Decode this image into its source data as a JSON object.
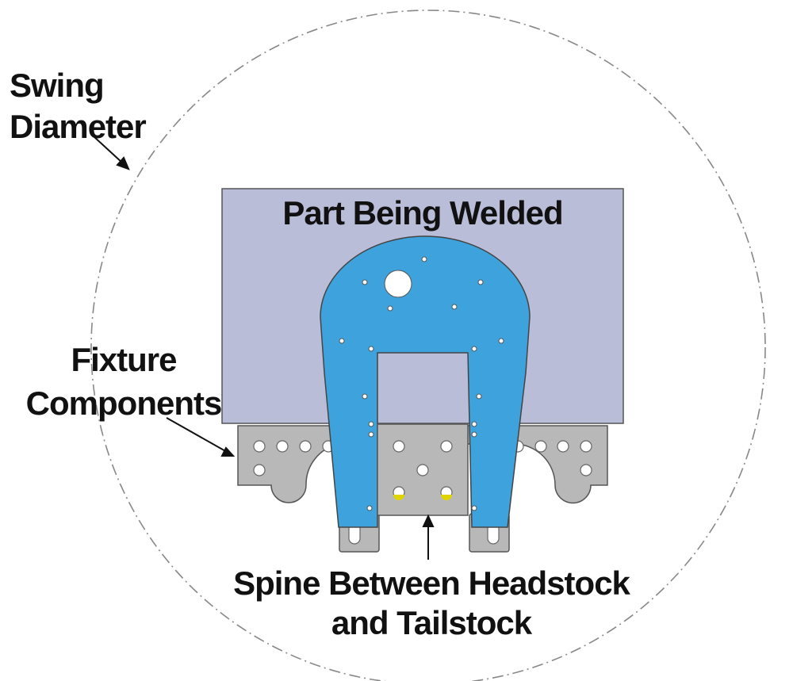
{
  "labels": {
    "swing_line1": "Swing",
    "swing_line2": "Diameter",
    "part": "Part Being Welded",
    "fixture_line1": "Fixture",
    "fixture_line2": "Components",
    "spine_line1": "Spine Between Headstock",
    "spine_line2": "and Tailstock"
  },
  "colors": {
    "part_fill": "#b9bdd8",
    "fixture_blue": "#3ea3dc",
    "steel_gray": "#b8b8b8",
    "outline": "#555555",
    "circle_line": "#888888",
    "text": "#111111",
    "accent_yellow": "#e0d400"
  }
}
